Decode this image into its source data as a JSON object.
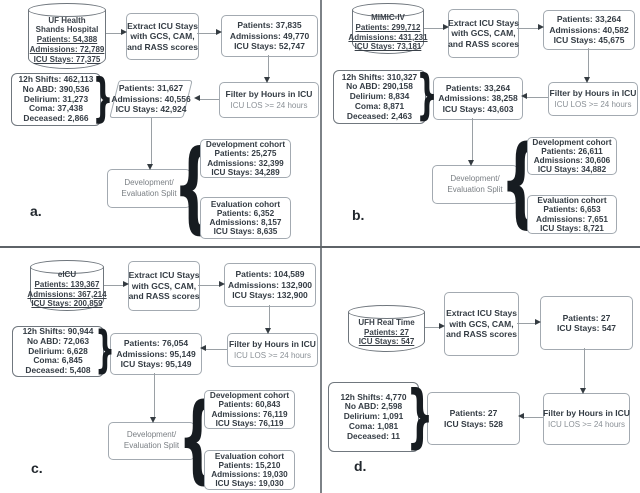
{
  "icons": {
    "brace_open": "{",
    "brace_close": "}"
  },
  "panels": [
    {
      "label": "a.",
      "source": {
        "name": [
          "UF Health",
          "Shands Hospital"
        ],
        "stats": [
          "Patients: 54,388",
          "Admissions: 72,789",
          "ICU Stays: 77,375"
        ]
      },
      "extract": [
        "Extract ICU Stays",
        "with GCS, CAM,",
        "and RASS scores"
      ],
      "extracted": [
        "Patients: 37,835",
        "Admissions: 49,770",
        "ICU Stays: 52,747"
      ],
      "filter": {
        "title": "Filter by Hours in ICU",
        "subtitle": "ICU LOS >= 24 hours"
      },
      "filtered": [
        "Patients: 31,627",
        "Admissions: 40,556",
        "ICU Stays: 42,924"
      ],
      "excluded": [
        "12h Shifts: 462,113",
        "No ABD: 390,536",
        "Delirium: 31,273",
        "Coma: 37,438",
        "Deceased: 2,866"
      ],
      "split": [
        "Development/",
        "Evaluation Split"
      ],
      "development": [
        "Development cohort",
        "Patients: 25,275",
        "Admissions: 32,399",
        "ICU Stays: 34,289"
      ],
      "evaluation": [
        "Evaluation cohort",
        "Patients: 6,352",
        "Admissions: 8,157",
        "ICU Stays: 8,635"
      ]
    },
    {
      "label": "b.",
      "source": {
        "name": [
          "MIMIC-IV"
        ],
        "stats": [
          "Patients: 299,712",
          "Admissions: 431,231",
          "ICU Stays: 73,181"
        ]
      },
      "extract": [
        "Extract ICU Stays",
        "with GCS, CAM,",
        "and RASS scores"
      ],
      "extracted": [
        "Patients: 33,264",
        "Admissions: 40,582",
        "ICU Stays: 45,675"
      ],
      "filter": {
        "title": "Filter by Hours in ICU",
        "subtitle": "ICU LOS >= 24 hours"
      },
      "filtered": [
        "Patients: 33,264",
        "Admissions: 38,258",
        "ICU Stays: 43,603"
      ],
      "excluded": [
        "12h Shifts: 310,327",
        "No ABD: 290,158",
        "Delirium: 8,834",
        "Coma: 8,871",
        "Deceased: 2,463"
      ],
      "split": [
        "Development/",
        "Evaluation Split"
      ],
      "development": [
        "Development cohort",
        "Patients: 26,611",
        "Admissions: 30,606",
        "ICU Stays: 34,882"
      ],
      "evaluation": [
        "Evaluation cohort",
        "Patients: 6,653",
        "Admissions: 7,651",
        "ICU Stays: 8,721"
      ]
    },
    {
      "label": "c.",
      "source": {
        "name": [
          "eICU"
        ],
        "stats": [
          "Patients: 139,367",
          "Admissions: 367,214",
          "ICU Stays: 200,859"
        ]
      },
      "extract": [
        "Extract ICU Stays",
        "with GCS, CAM,",
        "and RASS scores"
      ],
      "extracted": [
        "Patients: 104,589",
        "Admissions: 132,900",
        "ICU Stays: 132,900"
      ],
      "filter": {
        "title": "Filter by Hours in ICU",
        "subtitle": "ICU LOS >= 24 hours"
      },
      "filtered": [
        "Patients: 76,054",
        "Admissions: 95,149",
        "ICU Stays: 95,149"
      ],
      "excluded": [
        "12h Shifts: 90,944",
        "No ABD: 72,063",
        "Delirium: 6,628",
        "Coma: 6,845",
        "Deceased: 5,408"
      ],
      "split": [
        "Development/",
        "Evaluation Split"
      ],
      "development": [
        "Development cohort",
        "Patients: 60,843",
        "Admissions: 76,119",
        "ICU Stays: 76,119"
      ],
      "evaluation": [
        "Evaluation cohort",
        "Patients: 15,210",
        "Admissions: 19,030",
        "ICU Stays: 19,030"
      ]
    },
    {
      "label": "d.",
      "source": {
        "name": [
          "UFH Real Time"
        ],
        "stats": [
          "Patients: 27",
          "ICU Stays: 547"
        ]
      },
      "extract": [
        "Extract ICU Stays",
        "with GCS, CAM,",
        "and RASS scores"
      ],
      "extracted": [
        "Patients: 27",
        "ICU Stays: 547"
      ],
      "filter": {
        "title": "Filter by Hours in ICU",
        "subtitle": "ICU LOS >= 24 hours"
      },
      "filtered": [
        "Patients: 27",
        "ICU Stays: 528"
      ],
      "excluded": [
        "12h Shifts: 4,770",
        "No ABD: 2,598",
        "Delirium: 1,091",
        "Coma: 1,081",
        "Deceased: 11"
      ]
    }
  ]
}
